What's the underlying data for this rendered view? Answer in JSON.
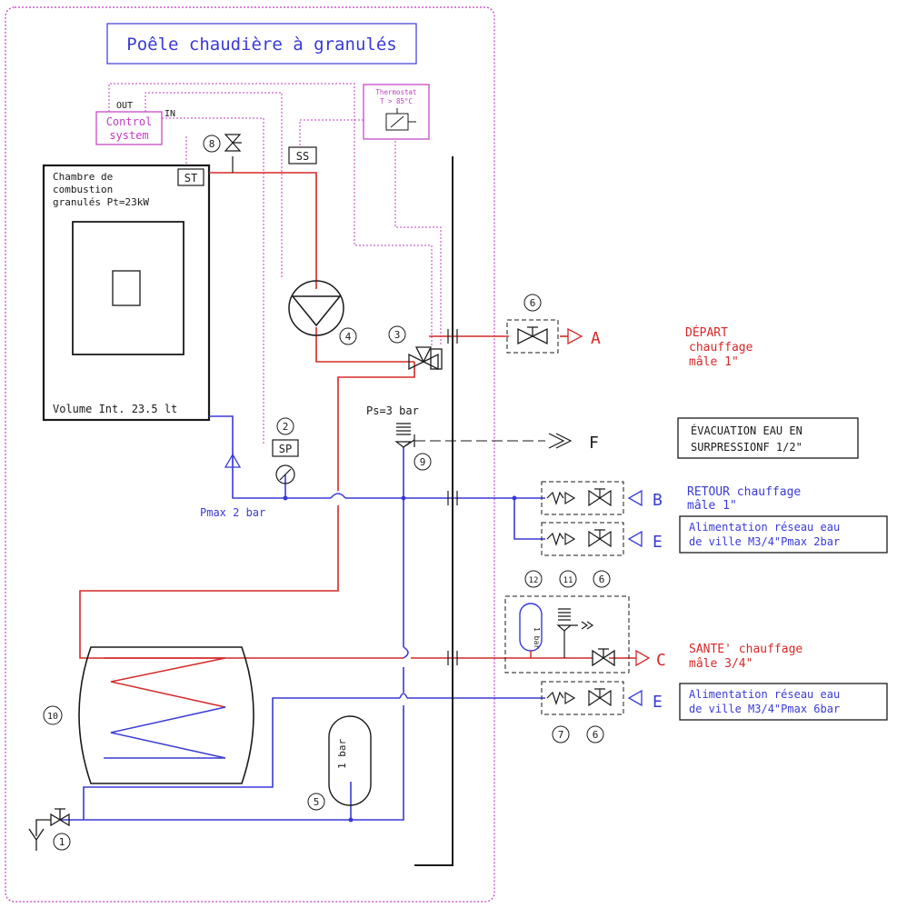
{
  "title": "Poêle chaudière à granulés",
  "control": {
    "out": "OUT",
    "in": "IN",
    "line1": "Control",
    "line2": "system"
  },
  "thermostat": {
    "line1": "Thermostat",
    "line2": "T > 85°C"
  },
  "sensors": {
    "st": "ST",
    "ss": "SS",
    "sp": "SP"
  },
  "chamber": {
    "line1": "Chambre de",
    "line2": "combustion",
    "line3": "granulés Pt=23kW",
    "volume": "Volume Int. 23.5 lt"
  },
  "pressures": {
    "ps": "Ps=3 bar",
    "pmax": "Pmax 2 bar"
  },
  "expansion_tank": "1 bar",
  "small_tank": "1 bar",
  "numbers": {
    "n1": "1",
    "n2": "2",
    "n3": "3",
    "n4": "4",
    "n5": "5",
    "n6a": "6",
    "n6b": "6",
    "n6c": "6",
    "n7": "7",
    "n8": "8",
    "n9": "9",
    "n10": "10",
    "n11": "11",
    "n12": "12"
  },
  "outlets": {
    "A": "A",
    "B": "B",
    "C": "C",
    "E1": "E",
    "E2": "E",
    "F": "F"
  },
  "labels": {
    "depart1": "DÉPART",
    "depart2": "chauffage",
    "depart3": "mâle 1\"",
    "evac1": "ÉVACUATION EAU EN",
    "evac2": "SURPRESSIONF 1/2\"",
    "retour1": "RETOUR chauffage",
    "retour2": "mâle  1\"",
    "alim1_1": "Alimentation réseau eau",
    "alim1_2": "de ville M3/4\"Pmax 2bar",
    "sante1": "SANTE' chauffage",
    "sante2": "mâle 3/4\"",
    "alim2_1": "Alimentation réseau eau",
    "alim2_2": "de ville M3/4\"Pmax 6bar"
  },
  "colors": {
    "hot": "#d62828",
    "cold": "#3a3ad6",
    "signal": "#c23cc2",
    "frame": "#1a1a1a"
  }
}
